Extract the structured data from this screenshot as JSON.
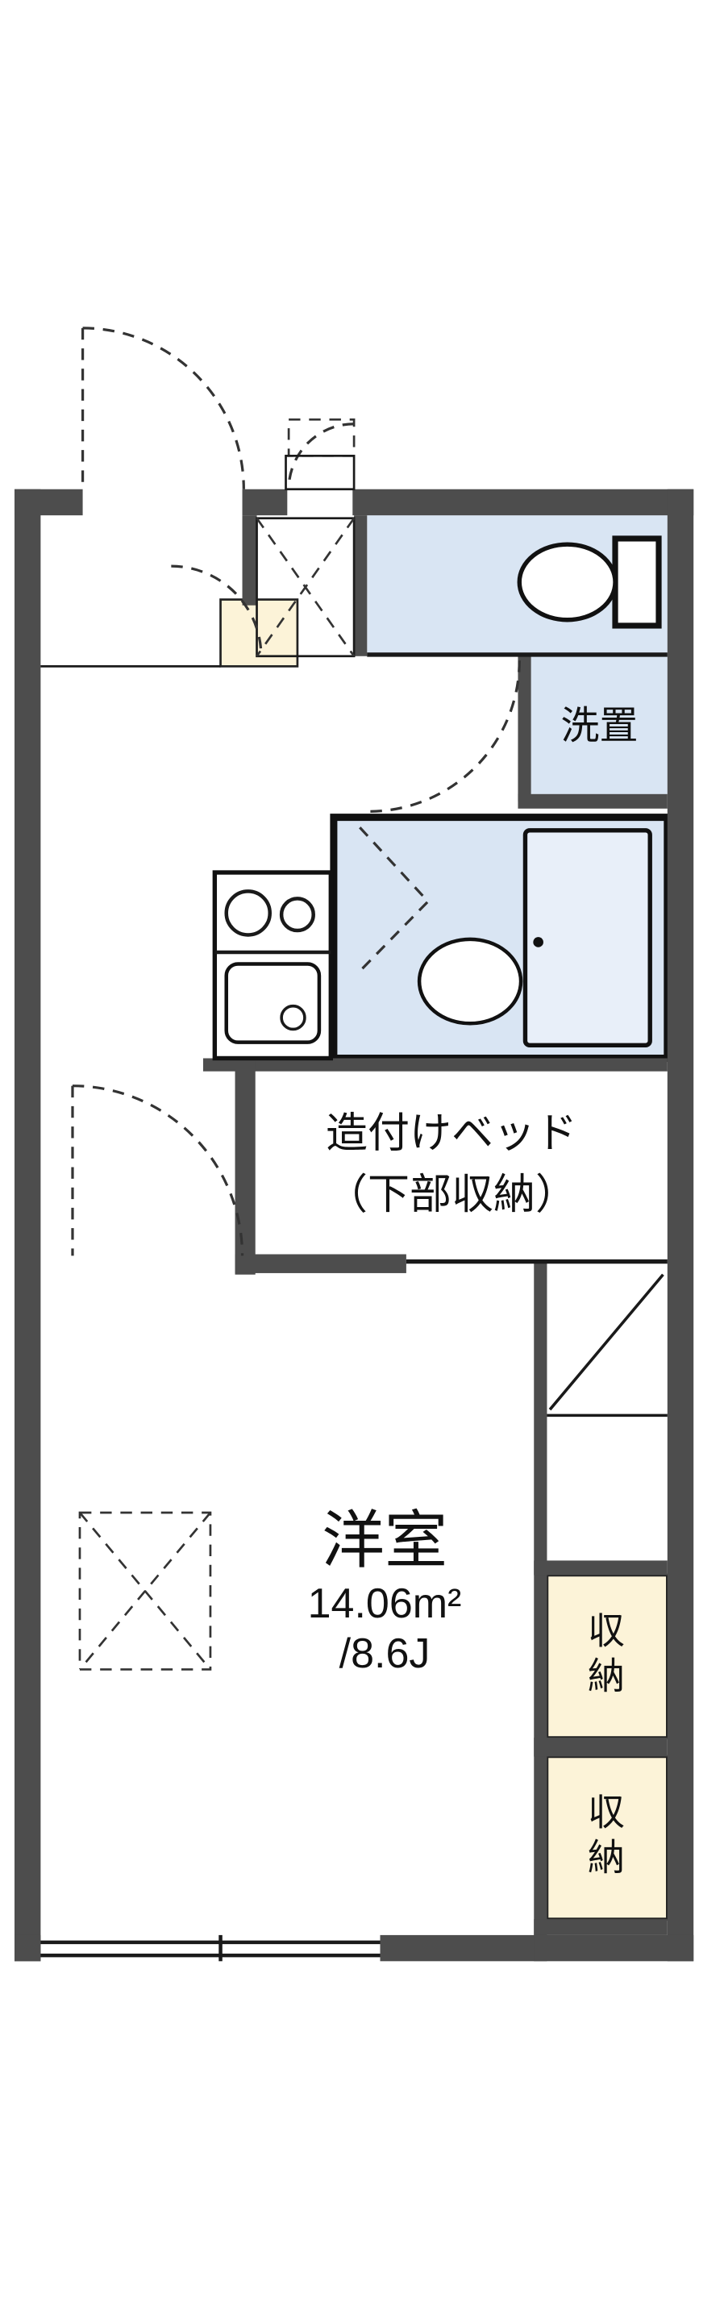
{
  "labels": {
    "washer": "洗置",
    "bed_line1": "造付けベッド",
    "bed_line2": "（下部収納）",
    "main_room": "洋室",
    "area_sqm": "14.06m²",
    "area_tatami": "/8.6J",
    "storage_upper": "収納",
    "storage_lower": "収納"
  },
  "colors": {
    "wall": "#4d4d4d",
    "wet_area_fill": "#d9e5f3",
    "storage_fill": "#fcf3d8",
    "fixture_fill": "#ffffff",
    "bath_door_fill": "#e8eff9",
    "line": "#1a1a1a",
    "background": "#ffffff"
  }
}
